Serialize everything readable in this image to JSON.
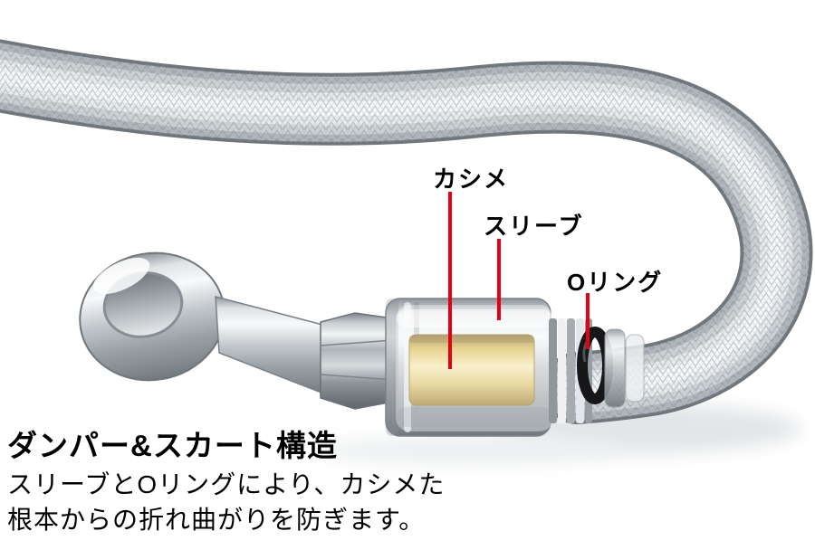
{
  "annotations": {
    "crimp_label": "カシメ",
    "sleeve_label": "スリーブ",
    "oring_label": "Oリング"
  },
  "caption": {
    "title": "ダンパー&スカート構造",
    "line1": "スリーブとOリングにより、カシメた",
    "line2": "根本からの折れ曲がりを防ぎます。"
  },
  "colors": {
    "background": "#ffffff",
    "leader_line_red": "#e60012",
    "hose_silver": "#c6cbcf",
    "crimp_gold": "#d9b44a",
    "oring_black": "#1c1c1e",
    "text": "#000000"
  }
}
